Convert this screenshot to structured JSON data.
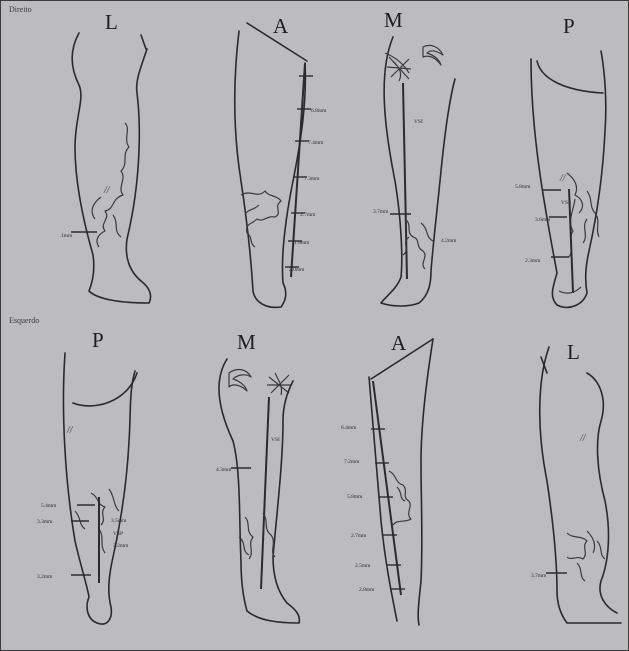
{
  "sides": {
    "top": "Direito",
    "bottom": "Esquerdo"
  },
  "top_row": {
    "lateral": {
      "view": "L",
      "annotations": [
        "1mm"
      ],
      "marks": [
        "//"
      ]
    },
    "anterior": {
      "view": "A",
      "annotations": [
        "6.8mm",
        "7.4mm",
        "7.3mm",
        "2.7mm",
        "1.8mm",
        "2.0mm"
      ]
    },
    "medial": {
      "view": "M",
      "annotations": [
        "VSI",
        "3.7mm",
        "4.2mm"
      ]
    },
    "posterior": {
      "view": "P",
      "annotations": [
        "5.8mm",
        "VSS",
        "3.6mm",
        "2.3mm"
      ],
      "marks": [
        "//"
      ]
    }
  },
  "bottom_row": {
    "posterior": {
      "view": "P",
      "annotations": [
        "5.4mm",
        "3.3mm",
        "3.5mm",
        "VSP",
        "3.2mm",
        "3.2mm"
      ],
      "marks": [
        "//"
      ]
    },
    "medial": {
      "view": "M",
      "annotations": [
        "VSI",
        "4.3mm"
      ]
    },
    "anterior": {
      "view": "A",
      "annotations": [
        "6.4mm",
        "7.2mm",
        "5.8mm",
        "2.7mm",
        "2.5mm",
        "2.8mm"
      ]
    },
    "lateral": {
      "view": "L",
      "annotations": [
        "3.7mm"
      ],
      "marks": [
        "//"
      ]
    }
  },
  "colors": {
    "background": "#bcbcbe",
    "ink": "#2a2a2c"
  }
}
